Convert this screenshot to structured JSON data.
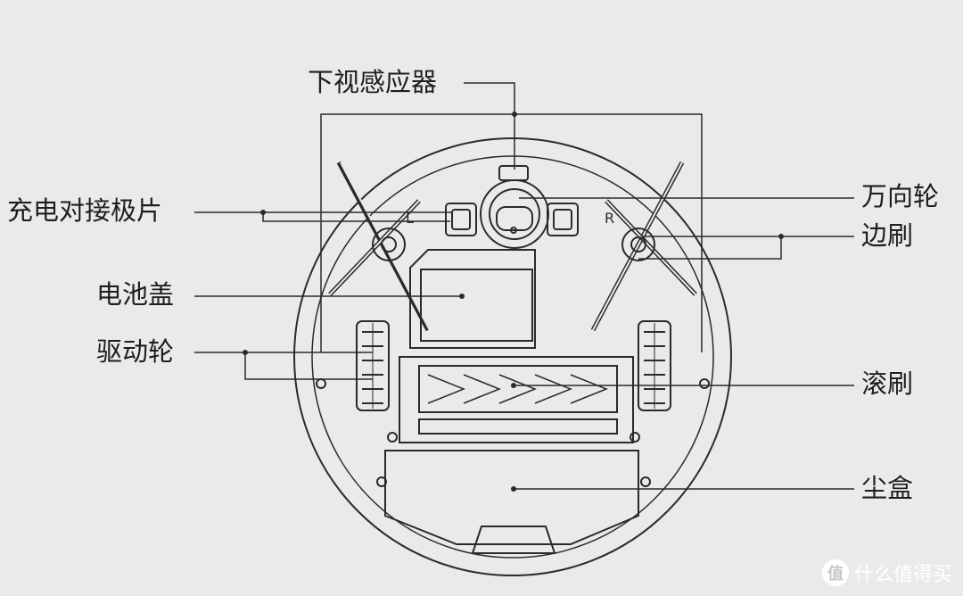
{
  "labels": {
    "downward_sensor": "下视感应器",
    "charging_contacts": "充电对接极片",
    "battery_cover": "电池盖",
    "drive_wheel": "驱动轮",
    "caster_wheel": "万向轮",
    "side_brush": "边刷",
    "roller_brush": "滚刷",
    "dust_bin": "尘盒"
  },
  "markings": {
    "left": "L",
    "right": "R"
  },
  "watermark": {
    "logo": "值",
    "text": "什么值得买"
  }
}
